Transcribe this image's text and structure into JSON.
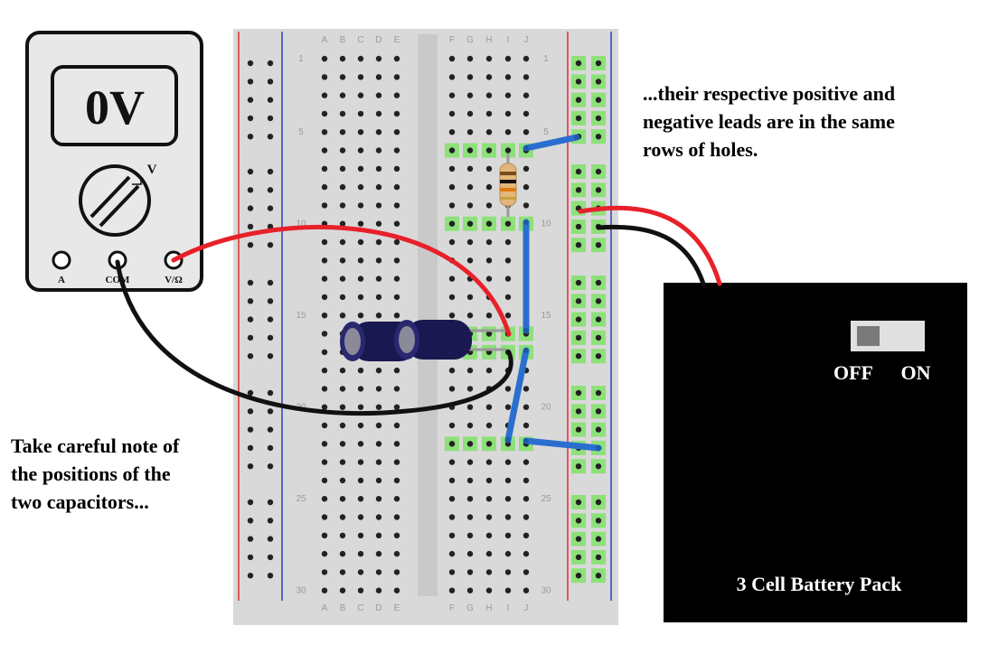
{
  "multimeter": {
    "reading": "0V",
    "dial_label": "V",
    "jack_labels": [
      "A",
      "COM",
      "V/Ω"
    ]
  },
  "breadboard": {
    "left_columns": [
      "A",
      "B",
      "C",
      "D",
      "E"
    ],
    "right_columns": [
      "F",
      "G",
      "H",
      "I",
      "J"
    ],
    "row_numbers": [
      "1",
      "5",
      "10",
      "15",
      "20",
      "25",
      "30"
    ]
  },
  "battery": {
    "title": "3 Cell Battery Pack",
    "switch_off": "OFF",
    "switch_on": "ON"
  },
  "notes": {
    "left": [
      "Take careful note of",
      "the positions of the",
      "two capacitors..."
    ],
    "right": [
      "...their respective positive and",
      "negative leads are in the same",
      "rows of holes."
    ]
  },
  "colors": {
    "positive_wire": "#e8202a",
    "negative_wire": "#111111",
    "jumper": "#2a6fd0",
    "hole_highlight": "#8ee07a",
    "capacitor_body": "#1a1850"
  }
}
